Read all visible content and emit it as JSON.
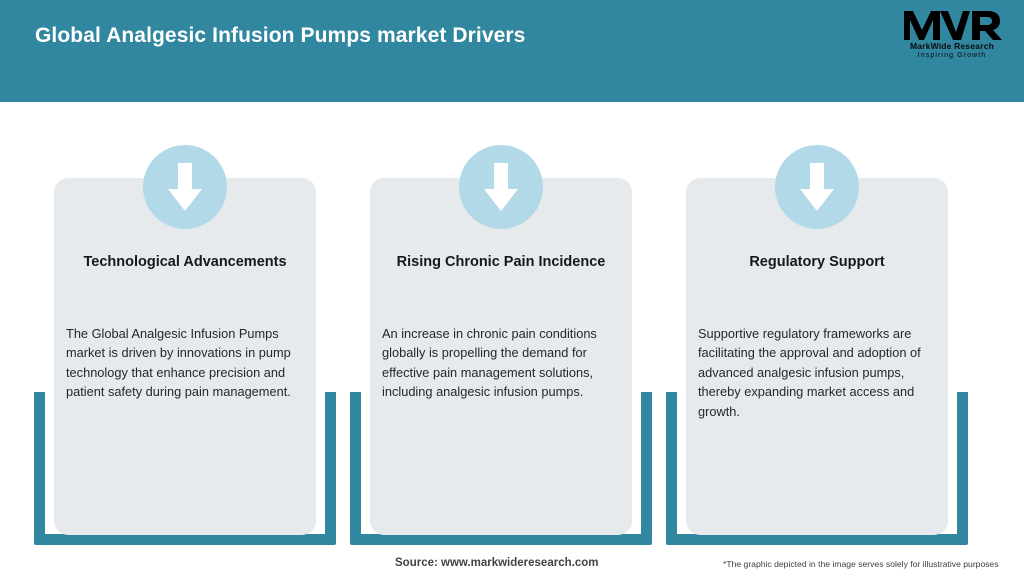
{
  "header": {
    "title": "Global Analgesic Infusion Pumps market Drivers",
    "background_color": "#31879f",
    "title_color": "#ffffff"
  },
  "logo": {
    "mark": "MWR",
    "name": "MarkWide Research",
    "tagline": "Inspiring Growth"
  },
  "cards": [
    {
      "icon": "down-arrow-icon",
      "heading": "Technological Advancements",
      "body": "The Global Analgesic Infusion Pumps market is driven by innovations in pump technology that enhance precision and patient safety during pain management."
    },
    {
      "icon": "down-arrow-icon",
      "heading": "Rising Chronic Pain Incidence",
      "body": "An increase in chronic pain conditions globally is propelling the demand for effective pain management solutions, including analgesic infusion pumps."
    },
    {
      "icon": "down-arrow-icon",
      "heading": "Regulatory Support",
      "body": "Supportive regulatory frameworks are facilitating the approval and adoption of advanced analgesic infusion pumps, thereby expanding market access and growth."
    }
  ],
  "footer": {
    "source": "Source: www.markwideresearch.com",
    "disclaimer": "*The graphic depicted in the image serves solely for illustrative purposes"
  },
  "colors": {
    "accent_teal": "#31879f",
    "card_gray": "#e7eaec",
    "icon_circle_blue": "#b2d9e8",
    "arrow_white": "#ffffff"
  }
}
